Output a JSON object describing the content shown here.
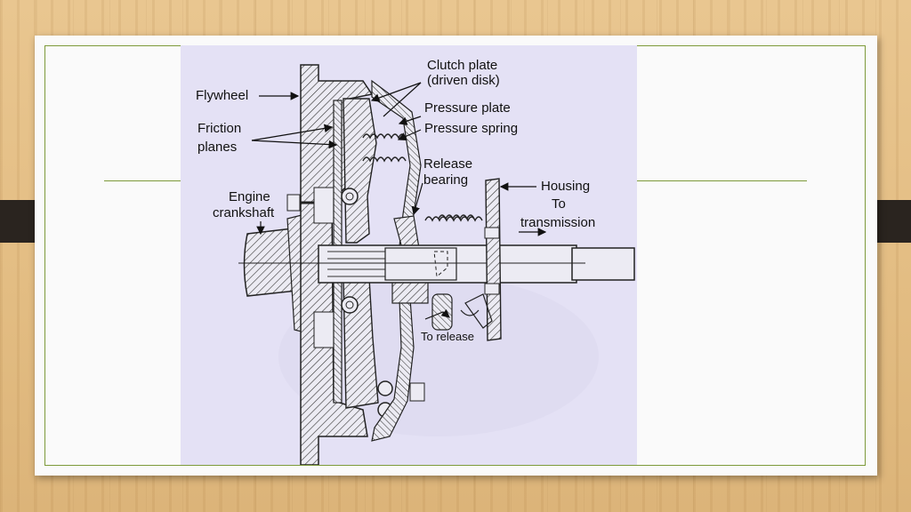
{
  "labels": {
    "clutch_plate": "Clutch plate",
    "driven_disk": "(driven disk)",
    "flywheel": "Flywheel",
    "pressure_plate": "Pressure plate",
    "friction": "Friction",
    "planes": "planes",
    "pressure_spring": "Pressure spring",
    "release": "Release",
    "bearing": "bearing",
    "housing": "Housing",
    "engine": "Engine",
    "crankshaft": "crankshaft",
    "to": "To",
    "transmission": "transmission",
    "to_release": "To release"
  },
  "colors": {
    "wood": "#e3bd83",
    "slide": "#fafafa",
    "accent_line": "#7d9a3a",
    "tab": "#2a241f",
    "panel": "#e4e1f5",
    "ink": "#2a2a2a"
  }
}
